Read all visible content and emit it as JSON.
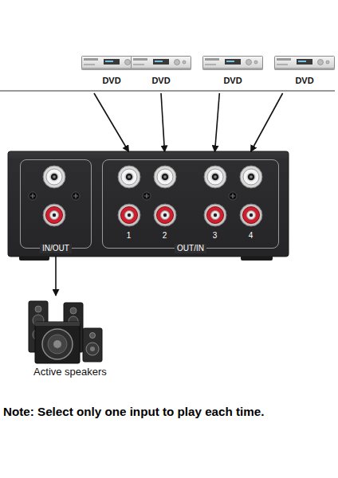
{
  "diagram": {
    "nodes": [
      {
        "text": [
          "DVD"
        ]
      },
      {
        "text": [
          "DVD"
        ]
      },
      {
        "text": [
          "DVD"
        ]
      },
      {
        "text": [
          "DVD"
        ]
      },
      {
        "text": [
          "IN/OUT"
        ]
      },
      {
        "text": [
          "OUT/IN"
        ]
      },
      {
        "text": [
          "1"
        ],
        "in": 5
      },
      {
        "text": [
          "2"
        ],
        "in": 5
      },
      {
        "text": [
          "3"
        ],
        "in": 5
      },
      {
        "text": [
          "4"
        ],
        "in": 5
      },
      {
        "text": [
          "Active speakers"
        ]
      }
    ],
    "edges": [
      {
        "from": 0,
        "to": 6,
        "arrow": "to"
      },
      {
        "from": 1,
        "to": 7,
        "arrow": "to"
      },
      {
        "from": 2,
        "to": 8,
        "arrow": "to"
      },
      {
        "from": 3,
        "to": 9,
        "arrow": "to"
      },
      {
        "from": 4,
        "to": 10,
        "arrow": "to"
      }
    ],
    "labels": [
      "Note: Select only one input to play each time."
    ]
  }
}
